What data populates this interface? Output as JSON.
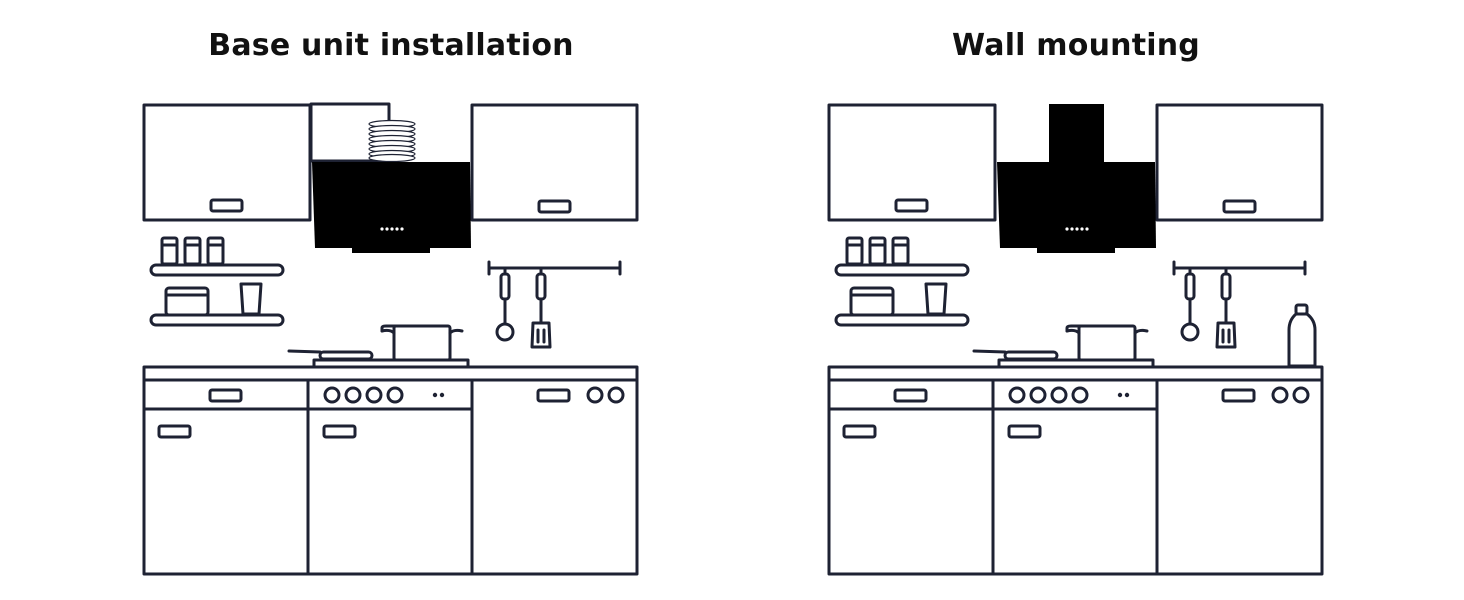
{
  "colors": {
    "line": "#1e2233",
    "hood": "#000000",
    "background": "#ffffff"
  },
  "panels": [
    {
      "title": "Base unit installation",
      "variant": "base-unit"
    },
    {
      "title": "Wall mounting",
      "variant": "wall-mount"
    }
  ],
  "icons": [
    "cabinet-icon",
    "cooker-hood-icon",
    "chimney-duct-icon",
    "spice-jar-icon",
    "shelf-icon",
    "utensil-rail-icon",
    "ladle-icon",
    "spatula-icon",
    "pot-icon",
    "pan-icon",
    "hob-icon",
    "drawer-icon",
    "bottle-icon",
    "dishwasher-icon"
  ]
}
